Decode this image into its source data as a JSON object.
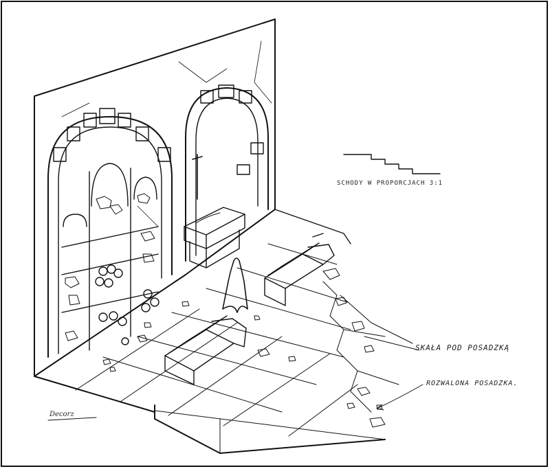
{
  "annotations": {
    "stairs_note": "SCHODY W PROPORCJACH 3:1",
    "rock_note": "SKAŁA POD POSADZKĄ",
    "broken_floor_note": "ROZWALONA POSADZKA."
  },
  "signature": "Decorz",
  "colors": {
    "ink": "#111111",
    "paper": "#ffffff"
  }
}
